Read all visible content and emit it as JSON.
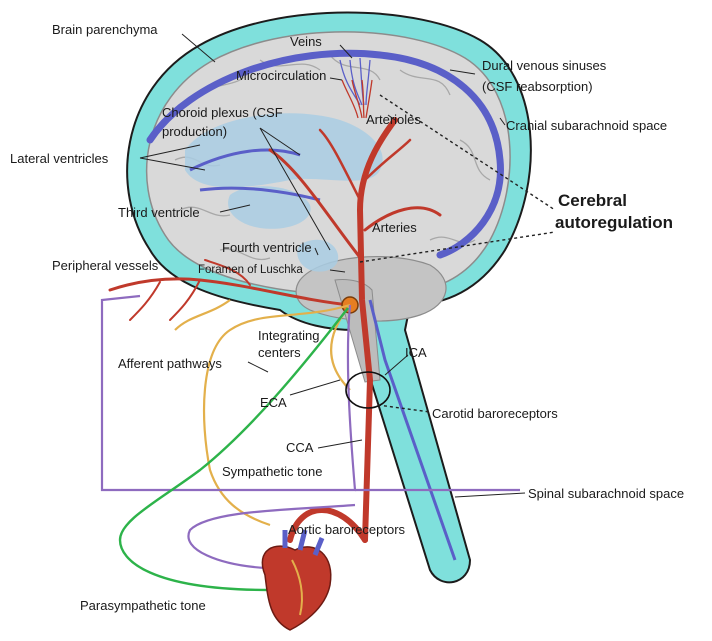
{
  "labels": {
    "brain_parenchyma": "Brain parenchyma",
    "veins": "Veins",
    "microcirculation": "Microcirculation",
    "dural_sinuses_1": "Dural venous sinuses",
    "dural_sinuses_2": "(CSF reabsorption)",
    "choroid_1": "Choroid plexus (CSF",
    "choroid_2": "production)",
    "arterioles": "Arterioles",
    "cranial_subarachnoid": "Cranial subarachnoid space",
    "lateral_ventricles": "Lateral ventricles",
    "cerebral_autoreg_1": "Cerebral",
    "cerebral_autoreg_2": "autoregulation",
    "third_ventricle": "Third ventricle",
    "arteries": "Arteries",
    "fourth_ventricle": "Fourth ventricle",
    "foramen_luschka": "Foramen of Luschka",
    "peripheral_vessels": "Peripheral vessels",
    "integrating_1": "Integrating",
    "integrating_2": "centers",
    "afferent": "Afferent pathways",
    "ica": "ICA",
    "eca": "ECA",
    "carotid_baro": "Carotid baroreceptors",
    "cca": "CCA",
    "sympathetic": "Sympathetic tone",
    "spinal_subarachnoid": "Spinal subarachnoid space",
    "aortic_baro": "Aortic baroreceptors",
    "parasympathetic": "Parasympathetic tone"
  },
  "colors": {
    "csf": "#7fe0dc",
    "brain": "#d9d9d9",
    "ventricle": "#a9cde3",
    "artery": "#c0392b",
    "vein": "#5a5fc8",
    "sympathetic": "#8e6bbf",
    "afferent": "#e3b04b",
    "parasympathetic": "#2db34a"
  }
}
